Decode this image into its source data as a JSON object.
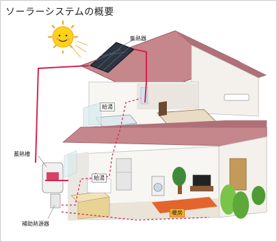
{
  "title": "ソーラーシステムの概要",
  "labels": {
    "collector": "集熱器",
    "storage_tank": "蓄熱槽",
    "aux_heater": "補助熱源器",
    "supply_upper": "給湯",
    "supply_lower": "給湯",
    "floor_heating": "暖房"
  },
  "colors": {
    "pipe_hot": "#d6224b",
    "pipe_dashed": "#d6224b",
    "roof": "#c97a83",
    "wall": "#ffffff",
    "floor_heating": "#e2551b",
    "sun": "#ffd21a"
  }
}
